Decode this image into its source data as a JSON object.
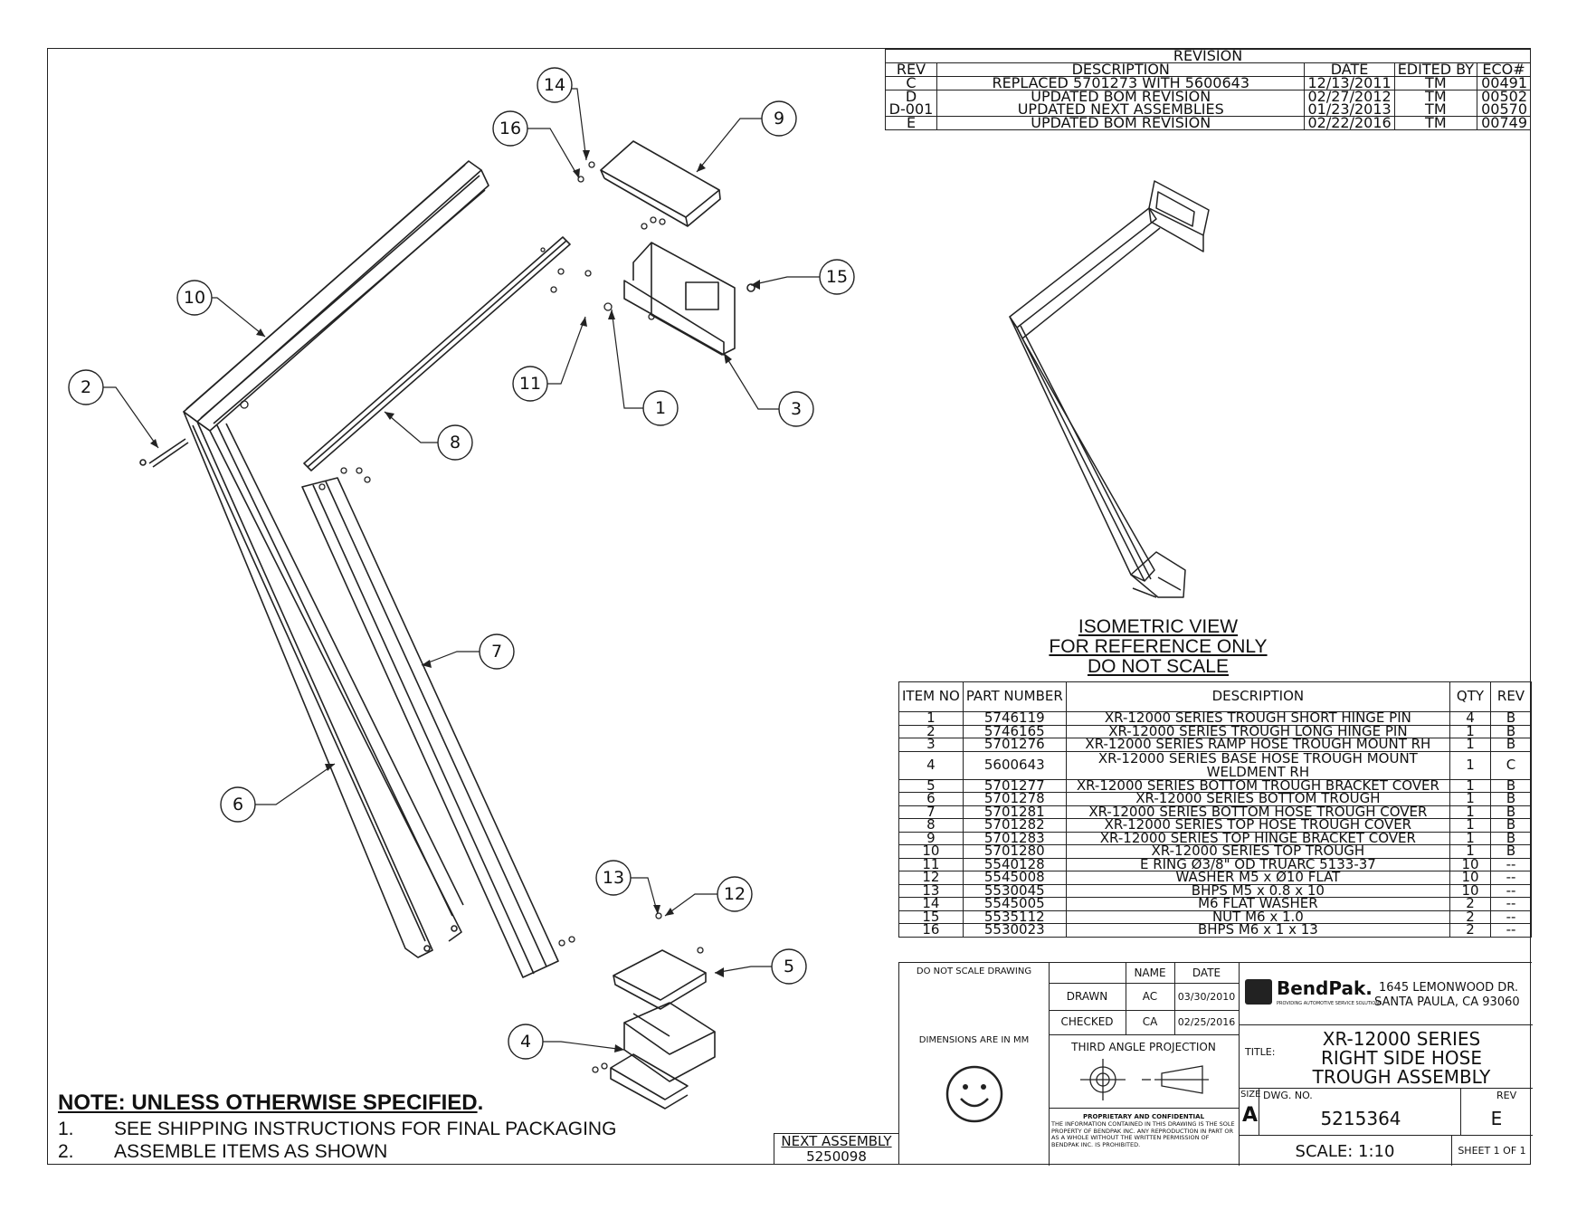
{
  "revision": {
    "title": "REVISION",
    "headers": [
      "REV",
      "DESCRIPTION",
      "DATE",
      "EDITED BY",
      "ECO#"
    ],
    "rows": [
      {
        "rev": "C",
        "desc": "REPLACED 5701273 WITH 5600643",
        "date": "12/13/2011",
        "by": "TM",
        "eco": "00491"
      },
      {
        "rev": "D",
        "desc": "UPDATED BOM REVISION",
        "date": "02/27/2012",
        "by": "TM",
        "eco": "00502"
      },
      {
        "rev": "D-001",
        "desc": "UPDATED NEXT ASSEMBLIES",
        "date": "01/23/2013",
        "by": "TM",
        "eco": "00570"
      },
      {
        "rev": "E",
        "desc": "UPDATED BOM REVISION",
        "date": "02/22/2016",
        "by": "TM",
        "eco": "00749"
      }
    ]
  },
  "iso": {
    "line1": "ISOMETRIC VIEW",
    "line2": "FOR REFERENCE ONLY",
    "line3": "DO NOT SCALE"
  },
  "bom": {
    "headers": {
      "item": "ITEM NO",
      "part": "PART NUMBER",
      "desc": "DESCRIPTION",
      "qty": "QTY",
      "rev": "REV"
    },
    "rows": [
      {
        "item": "1",
        "part": "5746119",
        "desc": "XR-12000 SERIES TROUGH SHORT HINGE PIN",
        "qty": "4",
        "rev": "B"
      },
      {
        "item": "2",
        "part": "5746165",
        "desc": "XR-12000 SERIES TROUGH LONG HINGE PIN",
        "qty": "1",
        "rev": "B"
      },
      {
        "item": "3",
        "part": "5701276",
        "desc": "XR-12000 SERIES RAMP HOSE TROUGH MOUNT RH",
        "qty": "1",
        "rev": "B"
      },
      {
        "item": "4",
        "part": "5600643",
        "desc": "XR-12000 SERIES BASE HOSE TROUGH MOUNT WELDMENT RH",
        "qty": "1",
        "rev": "C"
      },
      {
        "item": "5",
        "part": "5701277",
        "desc": "XR-12000 SERIES BOTTOM TROUGH BRACKET COVER",
        "qty": "1",
        "rev": "B"
      },
      {
        "item": "6",
        "part": "5701278",
        "desc": "XR-12000 SERIES BOTTOM TROUGH",
        "qty": "1",
        "rev": "B"
      },
      {
        "item": "7",
        "part": "5701281",
        "desc": "XR-12000 SERIES BOTTOM HOSE TROUGH COVER",
        "qty": "1",
        "rev": "B"
      },
      {
        "item": "8",
        "part": "5701282",
        "desc": "XR-12000 SERIES TOP HOSE TROUGH COVER",
        "qty": "1",
        "rev": "B"
      },
      {
        "item": "9",
        "part": "5701283",
        "desc": "XR-12000 SERIES TOP HINGE BRACKET COVER",
        "qty": "1",
        "rev": "B"
      },
      {
        "item": "10",
        "part": "5701280",
        "desc": "XR-12000 SERIES TOP TROUGH",
        "qty": "1",
        "rev": "B"
      },
      {
        "item": "11",
        "part": "5540128",
        "desc": "E RING Ø3/8\" OD TRUARC 5133-37",
        "qty": "10",
        "rev": "--"
      },
      {
        "item": "12",
        "part": "5545008",
        "desc": "WASHER M5 x Ø10 FLAT",
        "qty": "10",
        "rev": "--"
      },
      {
        "item": "13",
        "part": "5530045",
        "desc": "BHPS M5 x 0.8 x 10",
        "qty": "10",
        "rev": "--"
      },
      {
        "item": "14",
        "part": "5545005",
        "desc": "M6 FLAT WASHER",
        "qty": "2",
        "rev": "--"
      },
      {
        "item": "15",
        "part": "5535112",
        "desc": "NUT M6 x 1.0",
        "qty": "2",
        "rev": "--"
      },
      {
        "item": "16",
        "part": "5530023",
        "desc": "BHPS M6 x 1 x 13",
        "qty": "2",
        "rev": "--"
      }
    ]
  },
  "titleblock": {
    "do_not_scale": "DO NOT SCALE DRAWING",
    "name_h": "NAME",
    "date_h": "DATE",
    "drawn": "DRAWN",
    "drawn_name": "AC",
    "drawn_date": "03/30/2010",
    "checked": "CHECKED",
    "checked_name": "CA",
    "checked_date": "02/25/2016",
    "dims": "DIMENSIONS ARE IN MM",
    "projection": "THIRD ANGLE PROJECTION",
    "proprietary_title": "PROPRIETARY AND CONFIDENTIAL",
    "proprietary_text": "THE INFORMATION CONTAINED IN THIS DRAWING IS THE SOLE PROPERTY OF BENDPAK INC. ANY REPRODUCTION IN PART OR AS A WHOLE WITHOUT THE WRITTEN PERMISSION OF BENDPAK INC. IS PROHIBITED.",
    "company": "BendPak.",
    "company_tag": "PROVIDING AUTOMOTIVE SERVICE SOLUTIONS",
    "address1": "1645 LEMONWOOD DR.",
    "address2": "SANTA PAULA, CA 93060",
    "title_label": "TITLE:",
    "title1": "XR-12000 SERIES",
    "title2": "RIGHT SIDE HOSE",
    "title3": "TROUGH ASSEMBLY",
    "size_label": "SIZE",
    "size": "A",
    "dwg_label": "DWG. NO.",
    "dwg": "5215364",
    "rev_label": "REV",
    "rev": "E",
    "scale": "SCALE: 1:10",
    "sheet": "SHEET 1 OF 1"
  },
  "next_assembly": {
    "label": "NEXT ASSEMBLY",
    "value": "5250098"
  },
  "notes": {
    "title": "NOTE: UNLESS OTHERWISE SPECIFIED",
    "items": [
      {
        "num": "1.",
        "text": "SEE SHIPPING INSTRUCTIONS FOR FINAL PACKAGING"
      },
      {
        "num": "2.",
        "text": "ASSEMBLE ITEMS AS SHOWN"
      }
    ]
  },
  "balloons": [
    "1",
    "2",
    "3",
    "4",
    "5",
    "6",
    "7",
    "8",
    "9",
    "10",
    "11",
    "12",
    "13",
    "14",
    "15",
    "16"
  ]
}
